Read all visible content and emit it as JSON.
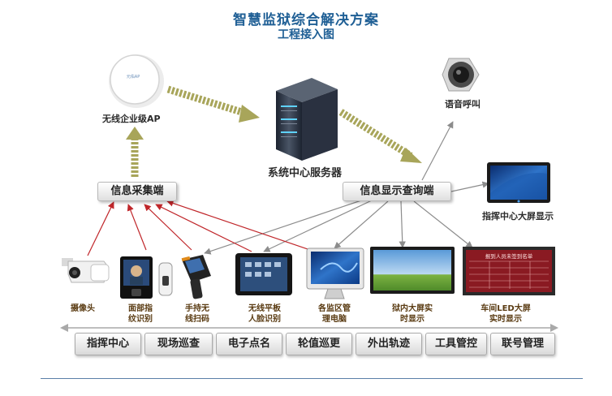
{
  "title": "智慧监狱综合解决方案",
  "subtitle": "工程接入图",
  "nodes": {
    "ap": "无线企业级AP",
    "speaker": "语音呼叫",
    "server": "系统中心服务器",
    "collector": "信息采集端",
    "display_query": "信息显示查询端",
    "command_screen": "指挥中心大屏显示"
  },
  "devices": [
    {
      "line1": "摄像头",
      "line2": ""
    },
    {
      "line1": "面部指",
      "line2": "纹识别"
    },
    {
      "line1": "手持无",
      "line2": "线扫码"
    },
    {
      "line1": "无线平板",
      "line2": "人脸识别"
    },
    {
      "line1": "各监区管",
      "line2": "理电脑"
    },
    {
      "line1": "狱内大屏实",
      "line2": "时显示"
    },
    {
      "line1": "车间LED大屏",
      "line2": "实时显示"
    }
  ],
  "led_board_title": "报到人员未签到名单",
  "ap_logo": "元佑AP",
  "modules": [
    "指挥中心",
    "现场巡查",
    "电子点名",
    "轮值巡更",
    "外出轨迹",
    "工具管控",
    "联号管理"
  ],
  "colors": {
    "title": "#1f5f95",
    "arrow_bold": "#a8a55a",
    "arrow_red": "#c0262a",
    "arrow_thin": "#8c8c8c"
  }
}
